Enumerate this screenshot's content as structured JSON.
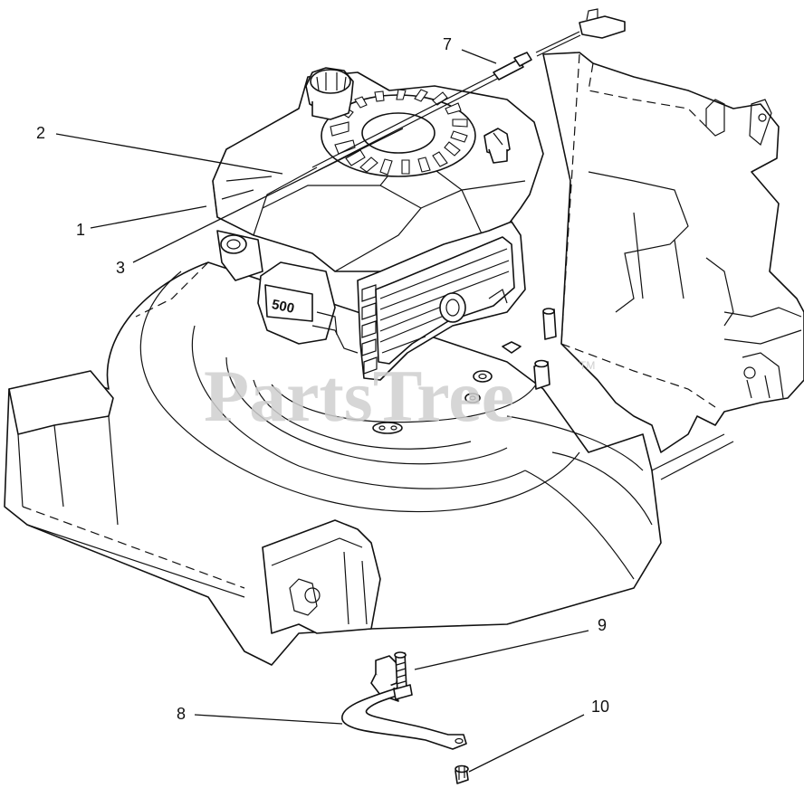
{
  "watermark": {
    "text": "PartsTree",
    "trademark": "TM"
  },
  "callouts": [
    {
      "id": "1",
      "label": "1"
    },
    {
      "id": "2",
      "label": "2"
    },
    {
      "id": "3",
      "label": "3"
    },
    {
      "id": "7",
      "label": "7"
    },
    {
      "id": "8",
      "label": "8"
    },
    {
      "id": "9",
      "label": "9"
    },
    {
      "id": "10",
      "label": "10"
    }
  ],
  "engine_badge": "500"
}
